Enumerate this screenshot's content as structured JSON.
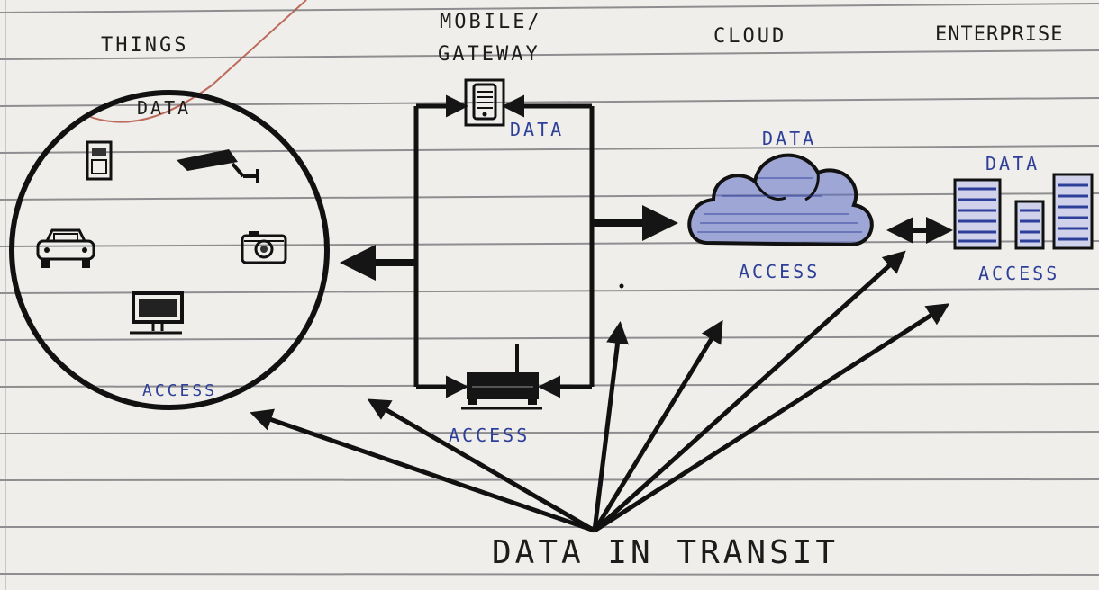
{
  "labels": {
    "things": "THINGS",
    "mobile_gateway_1": "MOBILE/",
    "mobile_gateway_2": "GATEWAY",
    "cloud": "CLOUD",
    "enterprise": "ENTERPRISE",
    "data_things": "DATA",
    "data_gateway": "DATA",
    "data_cloud": "DATA",
    "data_enterprise": "DATA",
    "access_things": "ACCESS",
    "access_router": "ACCESS",
    "access_cloud": "ACCESS",
    "access_enterprise": "ACCESS",
    "data_in_transit": "DATA IN TRANSIT"
  },
  "colors": {
    "ink": "#1c1c1c",
    "blue_ink": "#2e3f9a",
    "paper": "#efeeea",
    "rule_line": "#6e6e72"
  },
  "icons": [
    "door-icon",
    "cctv-camera-icon",
    "car-icon",
    "camera-icon",
    "monitor-icon",
    "mobile-phone-icon",
    "router-icon",
    "cloud-icon",
    "server-rack-icon"
  ]
}
